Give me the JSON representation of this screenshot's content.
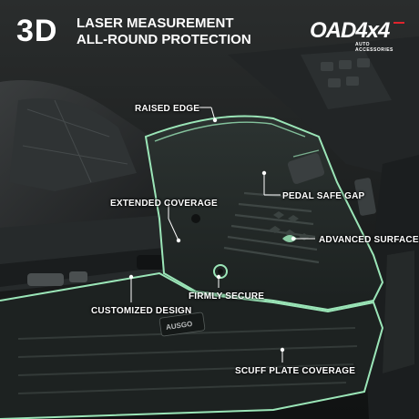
{
  "header": {
    "big": "3D",
    "line1": "LASER MEASUREMENT",
    "line2": "ALL-ROUND PROTECTION"
  },
  "logo": {
    "main": "OAD4x4",
    "sub": "AUTO ACCESSORIES"
  },
  "mat_brand": "AUSGO",
  "callouts": {
    "raised_edge": "RAISED EDGE",
    "pedal_safe_gap": "PEDAL SAFE GAP",
    "extended_coverage": "EXTENDED COVERAGE",
    "advanced_surface": "ADVANCED SURFACE",
    "firmly_secure": "FIRMLY SECURE",
    "customized_design": "CUSTOMIZED DESIGN",
    "scuff_plate_coverage": "SCUFF PLATE COVERAGE"
  },
  "colors": {
    "accent_green": "#9be6b8",
    "text": "#ffffff",
    "background": "#141616",
    "mat": "#242a28"
  }
}
